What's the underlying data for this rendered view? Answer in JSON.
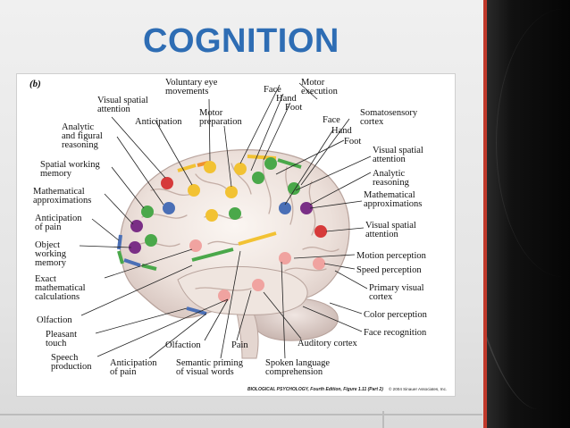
{
  "slide": {
    "title": "COGNITION",
    "accent_color": "#2e6db4",
    "divider_color": "#c0392b"
  },
  "figure": {
    "panel_label": "(b)",
    "caption": "BIOLOGICAL PSYCHOLOGY, Fourth Edition, Figure 1.11 (Part 2)",
    "copyright": "© 2004 Sinauer Associates, Inc.",
    "labels": [
      {
        "id": "voluntary-eye",
        "lines": [
          "Voluntary eye",
          "movements"
        ]
      },
      {
        "id": "face-top",
        "lines": [
          "Face"
        ]
      },
      {
        "id": "hand-top",
        "lines": [
          "Hand"
        ]
      },
      {
        "id": "foot-top",
        "lines": [
          "Foot"
        ]
      },
      {
        "id": "motor-execution",
        "lines": [
          "Motor",
          "execution"
        ]
      },
      {
        "id": "visual-spatial-attention-top",
        "lines": [
          "Visual spatial",
          "attention"
        ]
      },
      {
        "id": "anticipation-top",
        "lines": [
          "Anticipation"
        ]
      },
      {
        "id": "motor-preparation",
        "lines": [
          "Motor",
          "preparation"
        ]
      },
      {
        "id": "somatosensory-cortex",
        "lines": [
          "Somatosensory",
          "cortex"
        ]
      },
      {
        "id": "face-right",
        "lines": [
          "Face"
        ]
      },
      {
        "id": "hand-right",
        "lines": [
          "Hand"
        ]
      },
      {
        "id": "foot-right",
        "lines": [
          "Foot"
        ]
      },
      {
        "id": "analytic-figural",
        "lines": [
          "Analytic",
          "and figural",
          "reasoning"
        ]
      },
      {
        "id": "spatial-working-memory",
        "lines": [
          "Spatial working",
          "memory"
        ]
      },
      {
        "id": "visual-spatial-attention-right",
        "lines": [
          "Visual spatial",
          "attention"
        ]
      },
      {
        "id": "analytic-reasoning",
        "lines": [
          "Analytic",
          "reasoning"
        ]
      },
      {
        "id": "math-approx-left",
        "lines": [
          "Mathematical",
          "approximations"
        ]
      },
      {
        "id": "math-approx-right",
        "lines": [
          "Mathematical",
          "approximations"
        ]
      },
      {
        "id": "anticipation-pain-left",
        "lines": [
          "Anticipation",
          "of pain"
        ]
      },
      {
        "id": "visual-spatial-attention-right2",
        "lines": [
          "Visual spatial",
          "attention"
        ]
      },
      {
        "id": "object-working-memory",
        "lines": [
          "Object",
          "working",
          "memory"
        ]
      },
      {
        "id": "motion-perception",
        "lines": [
          "Motion perception"
        ]
      },
      {
        "id": "speed-perception",
        "lines": [
          "Speed perception"
        ]
      },
      {
        "id": "exact-math",
        "lines": [
          "Exact",
          "mathematical",
          "calculations"
        ]
      },
      {
        "id": "primary-visual-cortex",
        "lines": [
          "Primary visual",
          "cortex"
        ]
      },
      {
        "id": "olfaction-left",
        "lines": [
          "Olfaction"
        ]
      },
      {
        "id": "color-perception",
        "lines": [
          "Color perception"
        ]
      },
      {
        "id": "pleasant-touch",
        "lines": [
          "Pleasant",
          "touch"
        ]
      },
      {
        "id": "face-recognition",
        "lines": [
          "Face recognition"
        ]
      },
      {
        "id": "olfaction-bottom",
        "lines": [
          "Olfaction"
        ]
      },
      {
        "id": "pain-bottom",
        "lines": [
          "Pain"
        ]
      },
      {
        "id": "auditory-cortex",
        "lines": [
          "Auditory cortex"
        ]
      },
      {
        "id": "speech-production",
        "lines": [
          "Speech",
          "production"
        ]
      },
      {
        "id": "anticipation-pain-bottom",
        "lines": [
          "Anticipation",
          "of pain"
        ]
      },
      {
        "id": "semantic-priming",
        "lines": [
          "Semantic priming",
          "of visual words"
        ]
      },
      {
        "id": "spoken-language",
        "lines": [
          "Spoken language",
          "comprehension"
        ]
      }
    ],
    "dot_colors": {
      "yellow": "#f2c233",
      "green": "#4aa84a",
      "blue": "#4a6fb6",
      "purple": "#7a2f86",
      "red": "#d63a3a",
      "pink": "#f0a3a0",
      "orange": "#f0922f"
    }
  }
}
